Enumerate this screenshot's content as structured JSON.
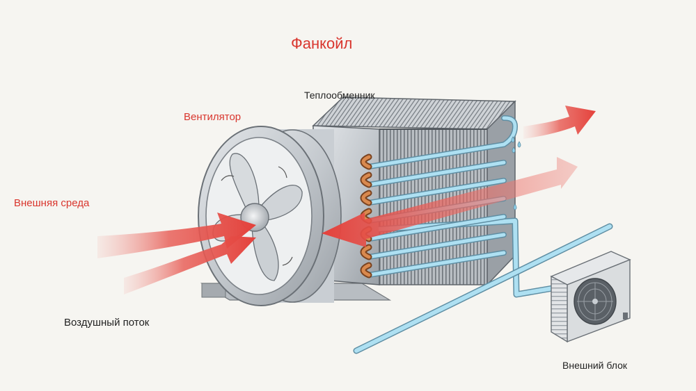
{
  "title": "Фанкойл",
  "labels": {
    "fan": "Вентилятор",
    "heat_exchanger": "Теплообменник",
    "outside_environment": "Внешняя среда",
    "airflow": "Воздушный поток",
    "outdoor_unit": "Внешний блок"
  },
  "colors": {
    "accent_red": "#d9362e",
    "arrow_red": "#e4413b",
    "pipe_blue": "#aee0f2",
    "copper": "#c9773f",
    "metal": "#c9ced3",
    "background": "#f6f5f1"
  }
}
